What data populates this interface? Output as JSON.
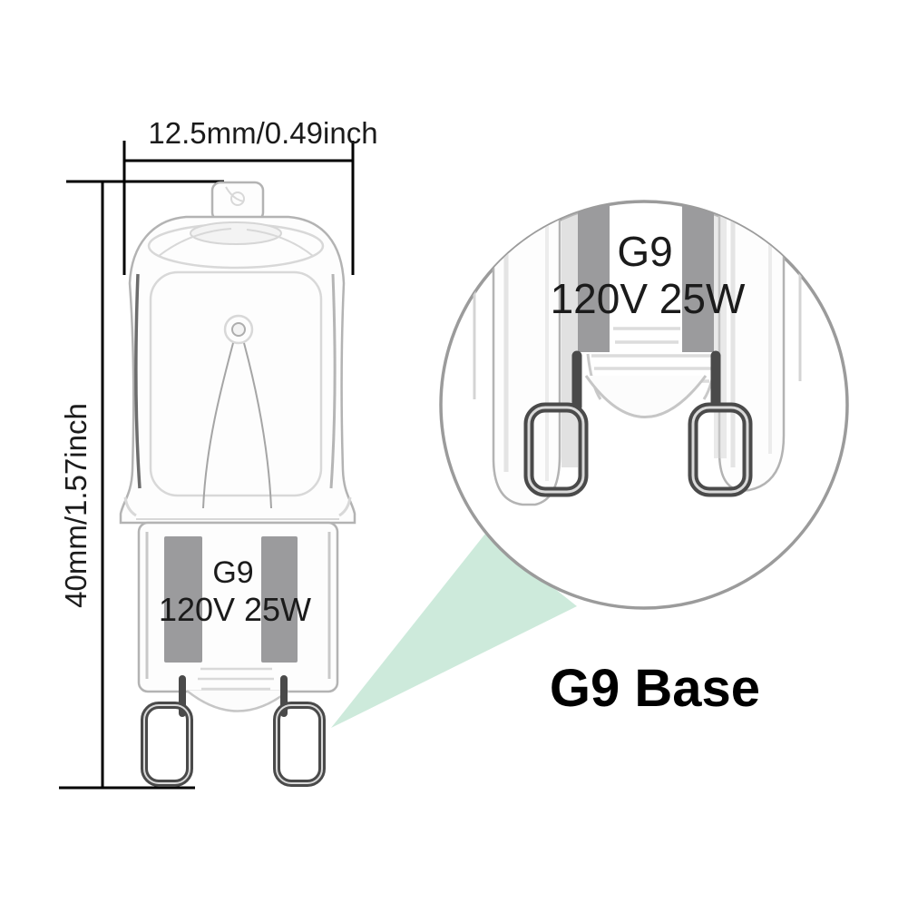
{
  "page": {
    "background": "#ffffff"
  },
  "dimensions": {
    "width_label": "12.5mm/0.49inch",
    "height_label": "40mm/1.57inch"
  },
  "bulb": {
    "marking_line1": "G9",
    "marking_line2": "120V 25W"
  },
  "inset": {
    "marking_line1": "G9",
    "marking_line2": "120V 25W"
  },
  "caption": {
    "label": "G9 Base"
  },
  "colors": {
    "triangle_accent": "#cdeadb",
    "electrode_gray": "#9b9b9d",
    "circle_border": "#9b9b9b",
    "dimension_line": "#000000",
    "text": "#1b1b1b"
  }
}
